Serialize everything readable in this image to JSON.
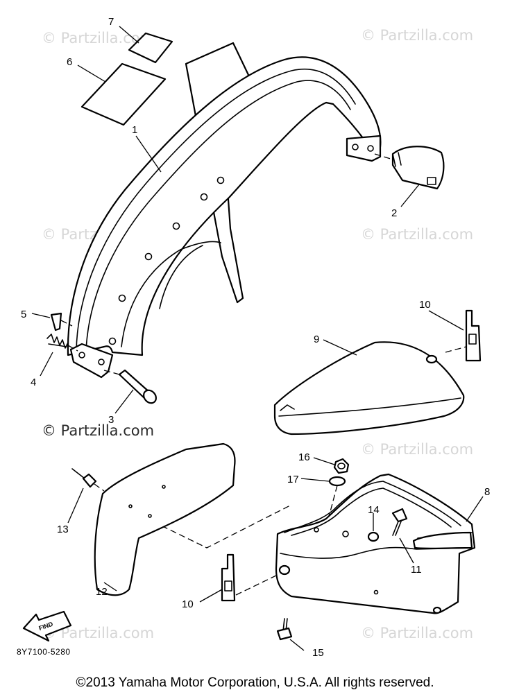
{
  "watermarks": {
    "text": "© Partzilla.com",
    "prominent": "© Partzilla.com"
  },
  "callouts": {
    "c1": "1",
    "c2": "2",
    "c3": "3",
    "c4": "4",
    "c5": "5",
    "c6": "6",
    "c7": "7",
    "c8": "8",
    "c9": "9",
    "c10a": "10",
    "c10b": "10",
    "c11": "11",
    "c12": "12",
    "c13": "13",
    "c14": "14",
    "c15": "15",
    "c16": "16",
    "c17": "17"
  },
  "find_label": "FIND",
  "diagram_code": "8Y7100-5280",
  "copyright": "©2013 Yamaha Motor Corporation, U.S.A. All rights reserved."
}
